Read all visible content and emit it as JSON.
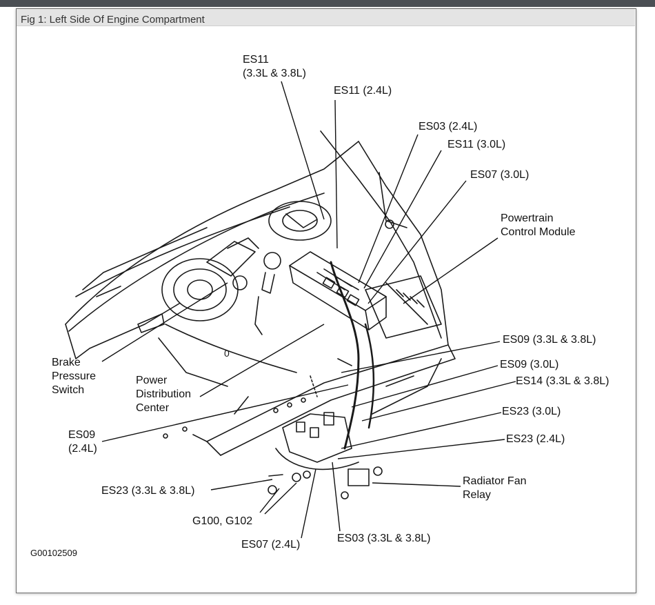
{
  "caption": "Fig 1: Left Side Of Engine Compartment",
  "figure_code": "G00102509",
  "labels": {
    "es11_33_38": [
      "ES11",
      "(3.3L & 3.8L)"
    ],
    "es11_24": "ES11 (2.4L)",
    "es03_24": "ES03 (2.4L)",
    "es11_30": "ES11 (3.0L)",
    "es07_30": "ES07 (3.0L)",
    "pcm": [
      "Powertrain",
      "Control Module"
    ],
    "brake_switch": [
      "Brake",
      "Pressure",
      "Switch"
    ],
    "pdc": [
      "Power",
      "Distribution",
      "Center"
    ],
    "es09_33_38": "ES09 (3.3L & 3.8L)",
    "es09_30": "ES09 (3.0L)",
    "es14_33_38": "ES14 (3.3L & 3.8L)",
    "es09_24": [
      "ES09",
      "(2.4L)"
    ],
    "es23_30": "ES23 (3.0L)",
    "es23_24": "ES23 (2.4L)",
    "radiator_relay": [
      "Radiator Fan",
      "Relay"
    ],
    "es23_33_38": "ES23 (3.3L & 3.8L)",
    "g100_g102": "G100, G102",
    "es07_24": "ES07 (2.4L)",
    "es03_33_38": "ES03 (3.3L & 3.8L)"
  }
}
